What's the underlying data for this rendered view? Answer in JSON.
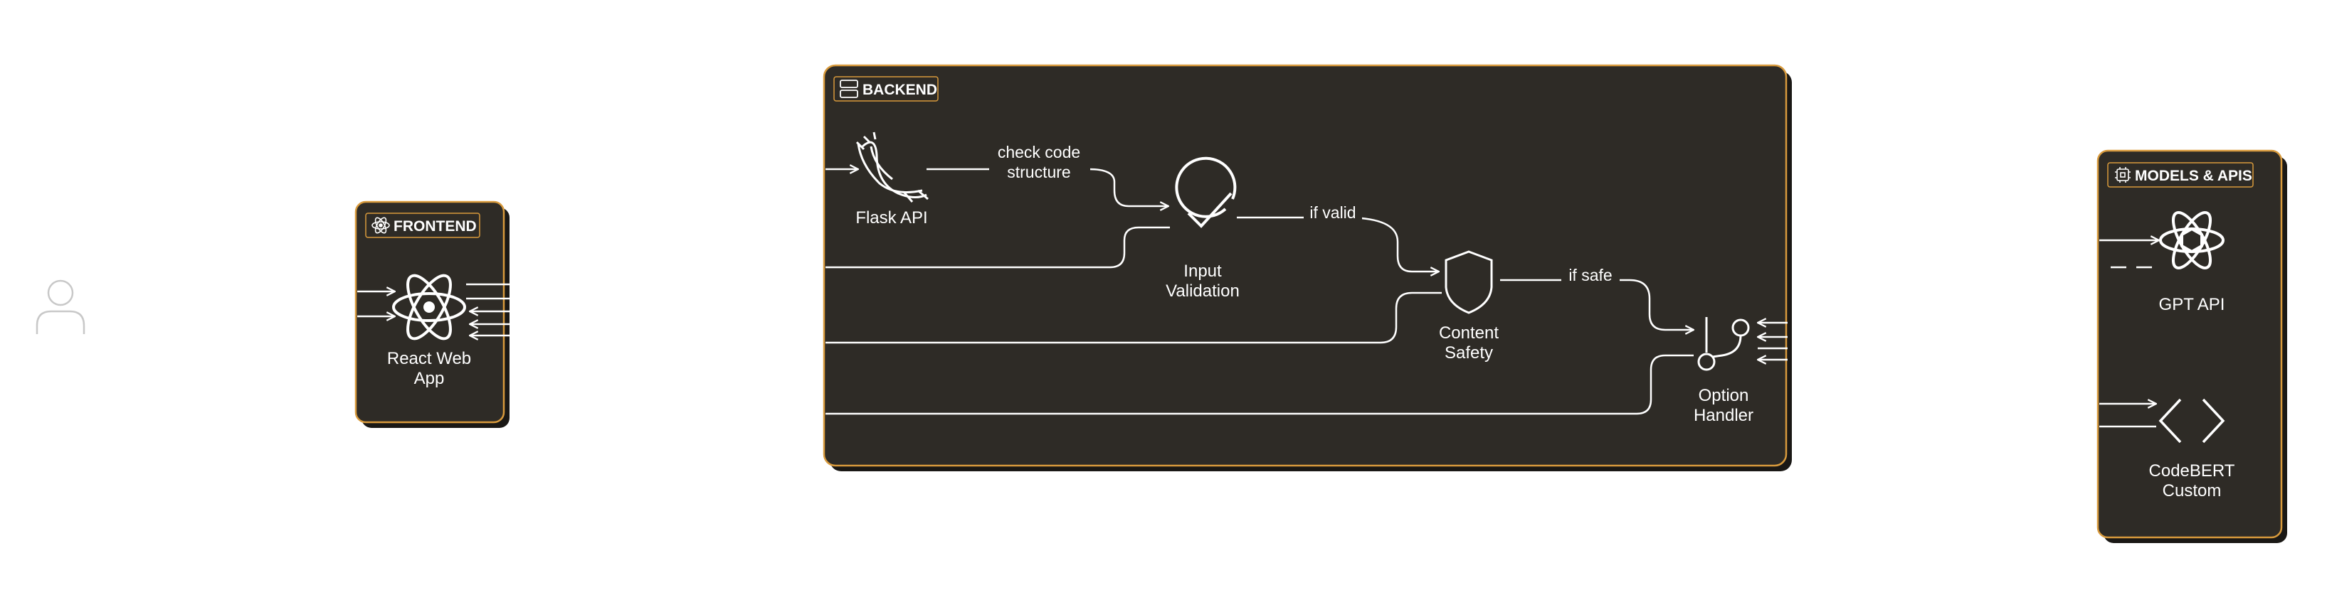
{
  "colors": {
    "panel_fill": "#2e2b26",
    "panel_border": "#d89a3c",
    "panel_shadow": "#1a1815",
    "line": "#ffffff",
    "user_icon": "#c8c8c8"
  },
  "groups": {
    "frontend": {
      "label": "FRONTEND",
      "icon": "react-icon"
    },
    "backend": {
      "label": "BACKEND",
      "icon": "server-icon"
    },
    "models": {
      "label": "MODELS & APIS",
      "icon": "chip-icon"
    }
  },
  "nodes": {
    "user": {
      "icon": "user-icon"
    },
    "react_app": {
      "line1": "React Web",
      "line2": "App",
      "icon": "react-icon"
    },
    "flask_api": {
      "label": "Flask API",
      "icon": "flask-icon"
    },
    "input_validation": {
      "line1": "Input",
      "line2": "Validation",
      "icon": "check-circle-icon"
    },
    "content_safety": {
      "line1": "Content",
      "line2": "Safety",
      "icon": "shield-icon"
    },
    "option_handler": {
      "line1": "Option",
      "line2": "Handler",
      "icon": "branch-icon"
    },
    "gpt_api": {
      "label": "GPT API",
      "icon": "openai-icon"
    },
    "codebert": {
      "line1": "CodeBERT",
      "line2": "Custom",
      "icon": "code-brackets-icon"
    }
  },
  "edges": {
    "flask_to_validation": {
      "line1": "check code",
      "line2": "structure"
    },
    "validation_to_safety": {
      "label": "if valid"
    },
    "safety_to_handler": {
      "label": "if safe"
    }
  }
}
